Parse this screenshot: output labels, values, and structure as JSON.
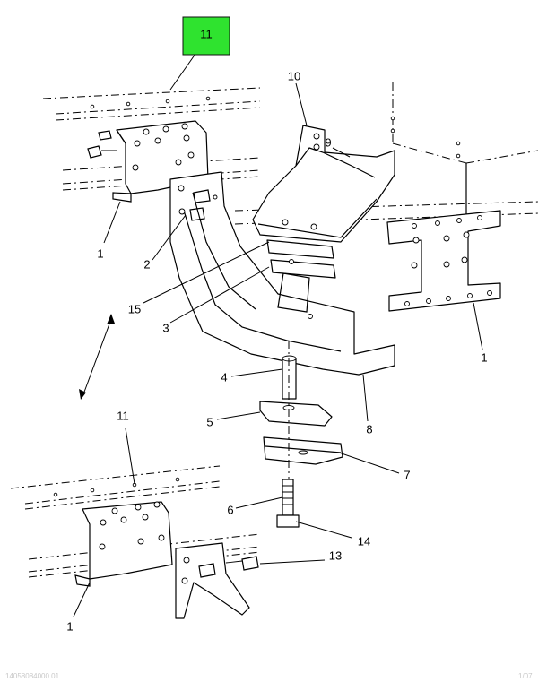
{
  "callouts": {
    "c11_top": "11",
    "c10": "10",
    "c9": "9",
    "c1_left": "1",
    "c2": "2",
    "c15": "15",
    "c3": "3",
    "c1_right": "1",
    "c4": "4",
    "c5": "5",
    "c8": "8",
    "c7": "7",
    "c11_bottom": "11",
    "c6": "6",
    "c14": "14",
    "c13": "13",
    "c1_bottom": "1"
  },
  "colors": {
    "highlight": "#2fe32f",
    "ink": "#000000"
  },
  "footer": {
    "left": "14058084000 01",
    "right": "1/07"
  }
}
